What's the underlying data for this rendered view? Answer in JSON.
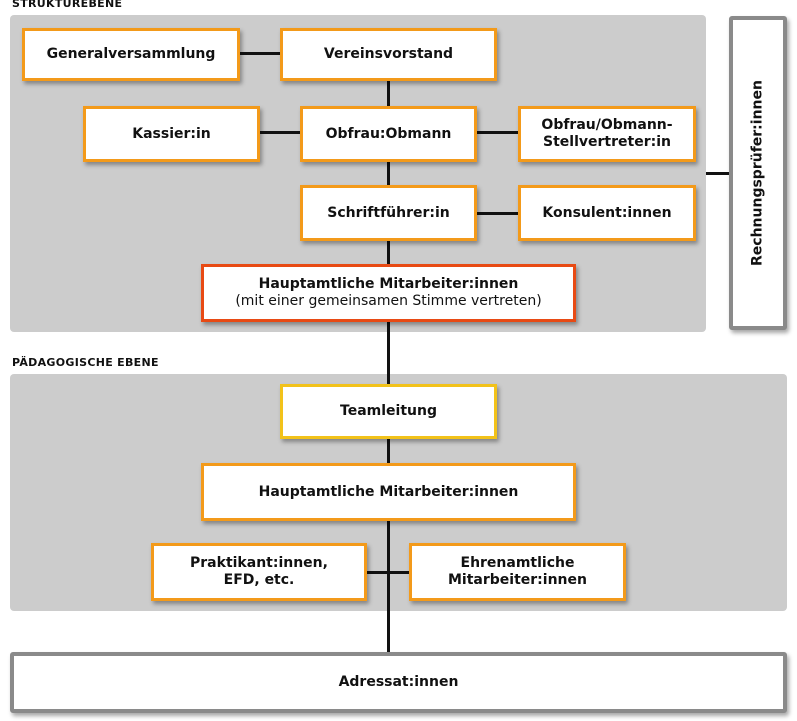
{
  "sections": {
    "struktur_label": "STRUKTUREBENE",
    "paedagogisch_label": "PÄDAGOGISCHE EBENE"
  },
  "nodes": {
    "generalversammlung": "Generalversammlung",
    "vereinsvorstand": "Vereinsvorstand",
    "kassier": "Kassier:in",
    "obfrau": "Obfrau:Obmann",
    "stellvertreter_line1": "Obfrau/Obmann-",
    "stellvertreter_line2": "Stellvertreter:in",
    "schriftfuehrer": "Schriftführer:in",
    "konsulent": "Konsulent:innen",
    "hauptamtliche_struktur_line1": "Hauptamtliche Mitarbeiter:innen",
    "hauptamtliche_struktur_line2": "(mit einer gemeinsamen Stimme vertreten)",
    "rechnungspruefer": "Rechnungsprüfer:innen",
    "teamleitung": "Teamleitung",
    "hauptamtliche_paed": "Hauptamtliche Mitarbeiter:innen",
    "praktikant_line1": "Praktikant:innen,",
    "praktikant_line2": "EFD, etc.",
    "ehrenamtliche_line1": "Ehrenamtliche",
    "ehrenamtliche_line2": "Mitarbeiter:innen",
    "adressat": "Adressat:innen"
  },
  "colors": {
    "orange": "#f39a1a",
    "red": "#e84a14",
    "yellow": "#f2c21a",
    "grey": "#8a8a8a",
    "panel": "#cccccc"
  }
}
